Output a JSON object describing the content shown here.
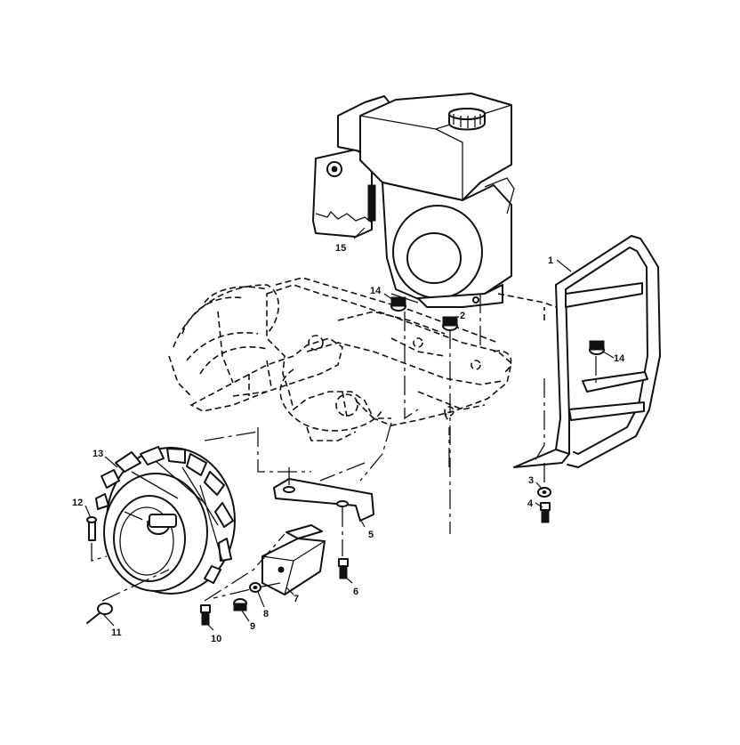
{
  "callouts": {
    "c1": "1",
    "c2": "2",
    "c3": "3",
    "c4": "4",
    "c5": "5",
    "c6": "6",
    "c7": "7",
    "c8": "8",
    "c9": "9",
    "c10": "10",
    "c11": "11",
    "c12": "12",
    "c13": "13",
    "c14a": "14",
    "c14b": "14",
    "c15": "15"
  }
}
